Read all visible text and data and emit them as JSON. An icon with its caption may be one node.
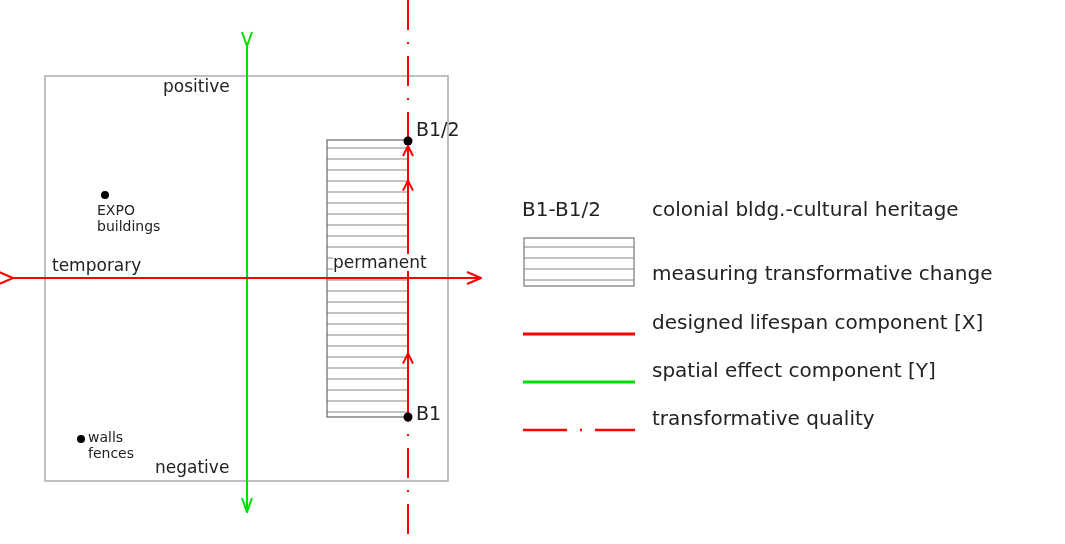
{
  "diagram": {
    "nodes": [
      {
        "text": [
          "B1/2"
        ]
      },
      {
        "text": [
          "B1"
        ]
      }
    ],
    "edges": [
      {
        "from": 1,
        "to": 0,
        "arrow": "to"
      }
    ],
    "labels": [
      "positive",
      "EXPO buildings",
      "temporary",
      "permanent",
      "walls fences",
      "negative",
      "B1-B1/2",
      "colonial bldg.-cultural heritage"
    ],
    "legend": [
      {
        "text": "measuring transformative change"
      },
      {
        "text": "designed lifespan component [X]",
        "color": "#ff0000"
      },
      {
        "text": "spatial effect component [Y]",
        "color": "#00e000"
      },
      {
        "text": "transformative quality"
      }
    ]
  }
}
